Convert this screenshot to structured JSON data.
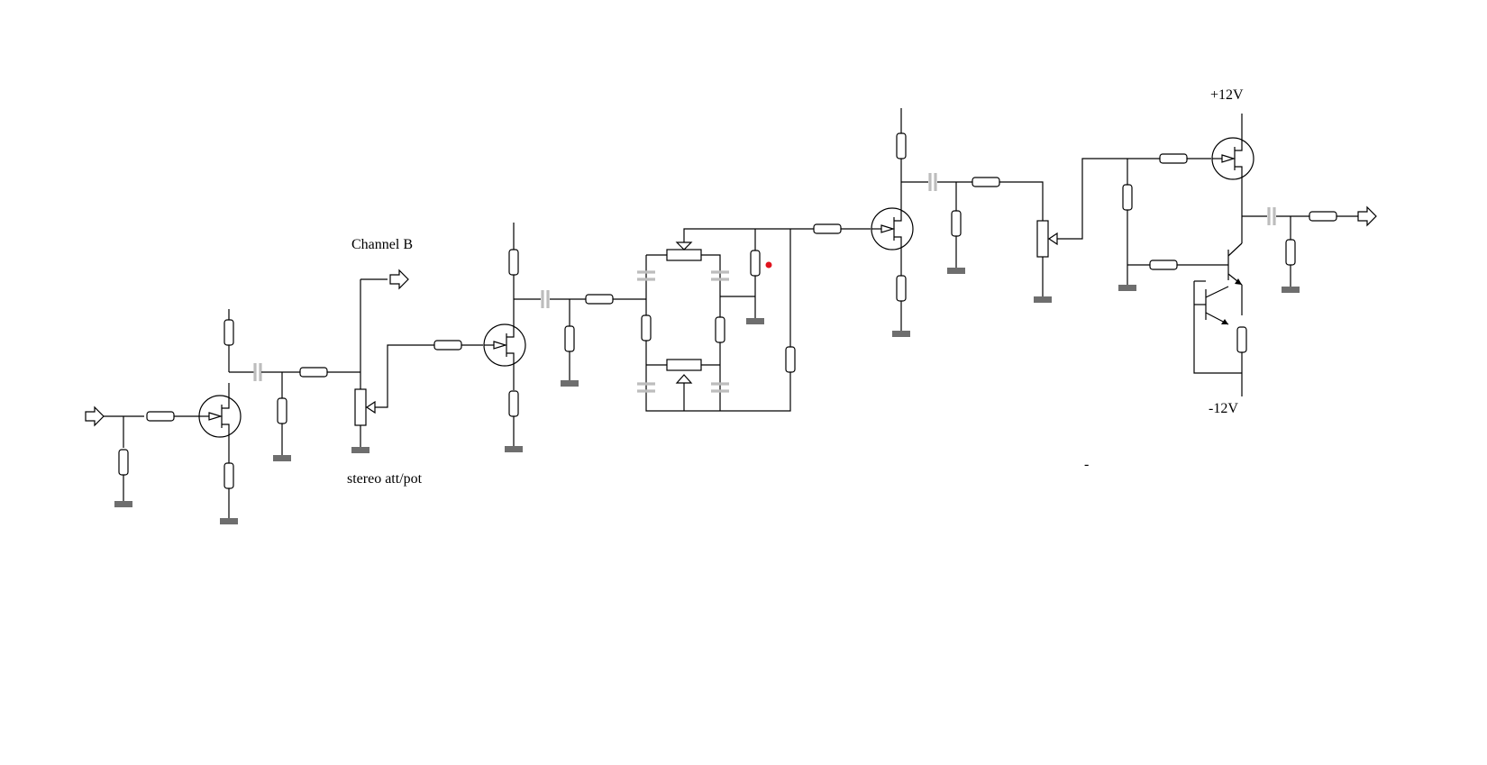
{
  "labels": {
    "channel_b": "Channel B",
    "stereo_att_pot": "stereo att/pot",
    "supply_pos": "+12V",
    "supply_neg": "-12V",
    "stray_mark": "-"
  },
  "colors": {
    "wire": "#000000",
    "ground": "#6e6e6e",
    "capacitor": "#bdbdbd",
    "marker": "#e0141e"
  }
}
